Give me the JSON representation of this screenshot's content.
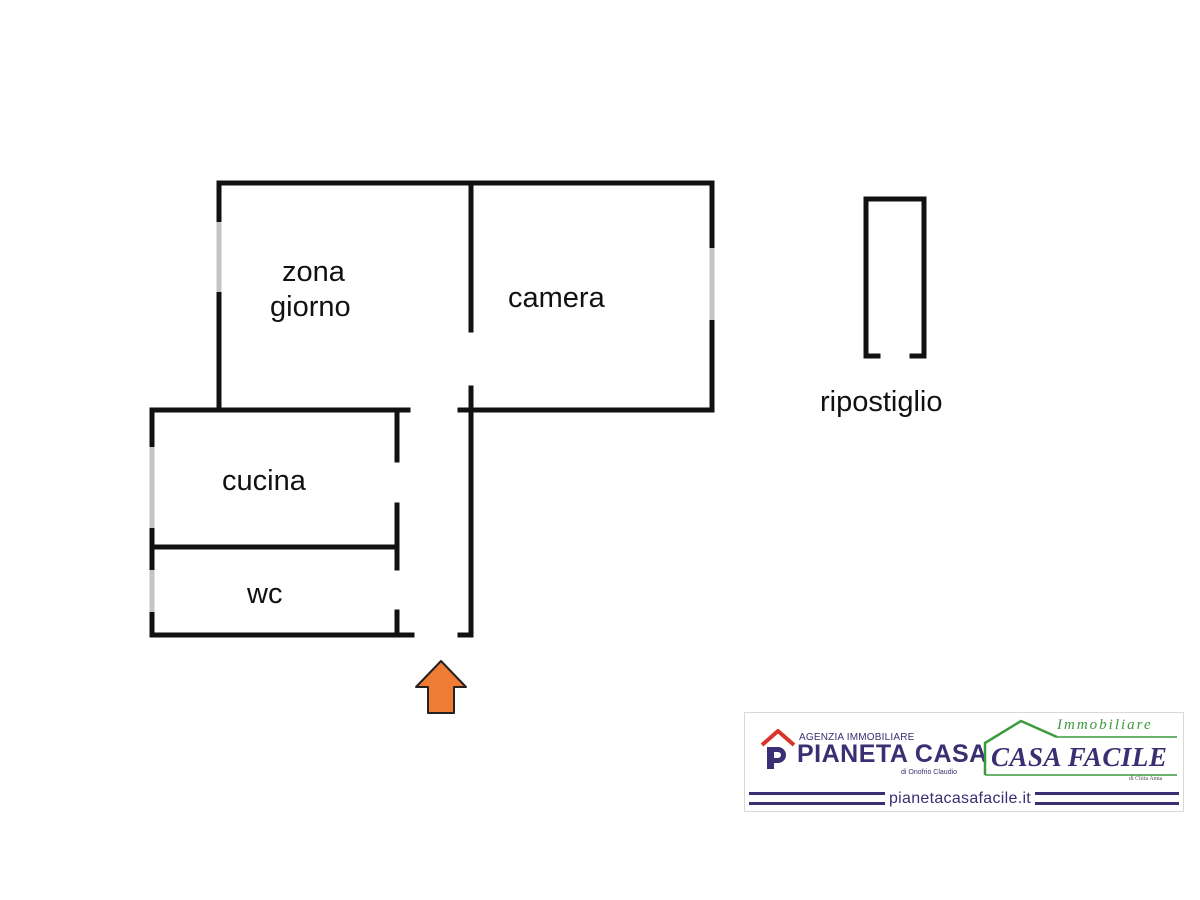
{
  "rooms": {
    "zona_giorno_line1": "zona",
    "zona_giorno_line2": "giorno",
    "camera": "camera",
    "ripostiglio": "ripostiglio",
    "cucina": "cucina",
    "wc": "wc"
  },
  "branding": {
    "agency_tagline": "AGENZIA IMMOBILIARE",
    "agency_name": "PIANETA CASA",
    "agency_owner": "di Onofrio Claudio",
    "partner_tagline": "Immobiliare",
    "partner_name": "CASA FACILE",
    "partner_owner": "di Chita Anna",
    "website": "pianetacasafacile.it"
  },
  "colors": {
    "wall": "#111111",
    "window": "#c4c4c4",
    "entrance_arrow": "#f07c33",
    "brand_purple": "#3a2f72",
    "brand_green": "#3b9a3b",
    "logo_red": "#d9342b"
  },
  "icons": {
    "entrance": "up-arrow-icon",
    "agency_logo": "house-p-logo-icon",
    "partner_logo": "roof-outline-icon"
  }
}
